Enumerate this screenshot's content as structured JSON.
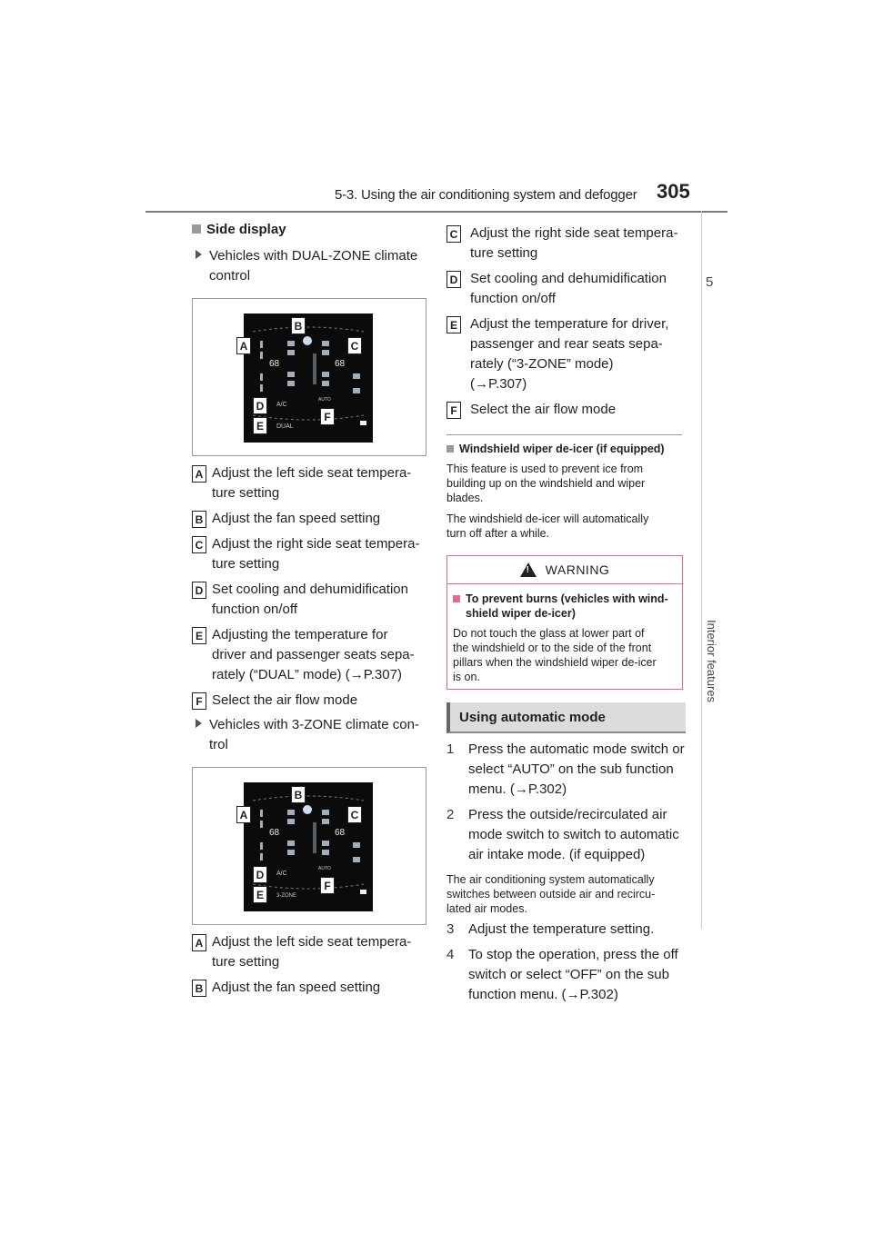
{
  "header": {
    "section_title": "5-3. Using the air conditioning system and defogger",
    "page_number": "305"
  },
  "side_tab": {
    "chapter_number": "5",
    "chapter_label": "Interior features"
  },
  "left": {
    "side_display_heading": "Side display",
    "dual_zone_label": "Vehicles with DUAL-ZONE climate control",
    "dual_zone_label_l1": "Vehicles with DUAL-ZONE climate",
    "dual_zone_label_l2": "control",
    "dual_items": [
      {
        "letter": "A",
        "l1": "Adjust the left side seat tempera-",
        "l2": "ture setting"
      },
      {
        "letter": "B",
        "l1": "Adjust the fan speed setting",
        "l2": ""
      },
      {
        "letter": "C",
        "l1": "Adjust the right side seat tempera-",
        "l2": "ture setting"
      },
      {
        "letter": "D",
        "l1": "Set cooling and dehumidification",
        "l2": "function on/off"
      },
      {
        "letter": "E",
        "l1": "Adjusting the temperature for",
        "l2": "driver and passenger seats sepa-",
        "l3": "rately (“DUAL” mode) (→P.307)"
      },
      {
        "letter": "F",
        "l1": "Select the air flow mode",
        "l2": ""
      }
    ],
    "three_zone_label_l1": "Vehicles with 3-ZONE climate con-",
    "three_zone_label_l2": "trol",
    "three_items": [
      {
        "letter": "A",
        "l1": "Adjust the left side seat tempera-",
        "l2": "ture setting"
      },
      {
        "letter": "B",
        "l1": "Adjust the fan speed setting",
        "l2": ""
      }
    ],
    "screen_dual": {
      "temp_left": "68",
      "temp_right": "68",
      "ac": "A/C",
      "auto": "AUTO",
      "mode": "DUAL"
    },
    "screen_three": {
      "temp_left": "68",
      "temp_right": "68",
      "ac": "A/C",
      "auto": "AUTO",
      "mode": "3-ZONE"
    }
  },
  "right": {
    "items": [
      {
        "letter": "C",
        "l1": "Adjust the right side seat tempera-",
        "l2": "ture setting"
      },
      {
        "letter": "D",
        "l1": "Set cooling and dehumidification",
        "l2": "function on/off"
      },
      {
        "letter": "E",
        "l1": "Adjust the temperature for driver,",
        "l2": "passenger and rear seats sepa-",
        "l3": "rately (“3-ZONE” mode)",
        "l4": "(→P.307)"
      },
      {
        "letter": "F",
        "l1": "Select the air flow mode",
        "l2": ""
      }
    ],
    "deicer_heading": "Windshield wiper de-icer (if equipped)",
    "deicer_p1_l1": "This feature is used to prevent ice from",
    "deicer_p1_l2": "building up on the windshield and wiper",
    "deicer_p1_l3": "blades.",
    "deicer_p2_l1": "The windshield de-icer will automatically",
    "deicer_p2_l2": "turn off after a while.",
    "warning": {
      "title": "WARNING",
      "heading_l1": "To prevent burns (vehicles with wind-",
      "heading_l2": "shield wiper de-icer)",
      "body_l1": "Do not touch the glass at lower part of",
      "body_l2": "the windshield or to the side of the front",
      "body_l3": "pillars when the windshield wiper de-icer",
      "body_l4": "is on."
    },
    "auto_section_title": "Using automatic mode",
    "steps": [
      {
        "n": "1",
        "l1": "Press the automatic mode switch or",
        "l2": "select “AUTO” on the sub function",
        "l3": "menu. (→P.302)"
      },
      {
        "n": "2",
        "l1": "Press the outside/recirculated air",
        "l2": "mode switch to switch to automatic",
        "l3": "air intake mode. (if equipped)"
      }
    ],
    "note_l1": "The air conditioning system automatically",
    "note_l2": "switches between outside air and recircu-",
    "note_l3": "lated air modes.",
    "steps2": [
      {
        "n": "3",
        "l1": "Adjust the temperature setting.",
        "l2": "",
        "l3": ""
      },
      {
        "n": "4",
        "l1": "To stop the operation, press the off",
        "l2": "switch or select “OFF” on the sub",
        "l3": "function menu. (→P.302)"
      }
    ]
  },
  "colors": {
    "warning_border": "#e56a8a",
    "section_bar": "#dcdcdc"
  }
}
